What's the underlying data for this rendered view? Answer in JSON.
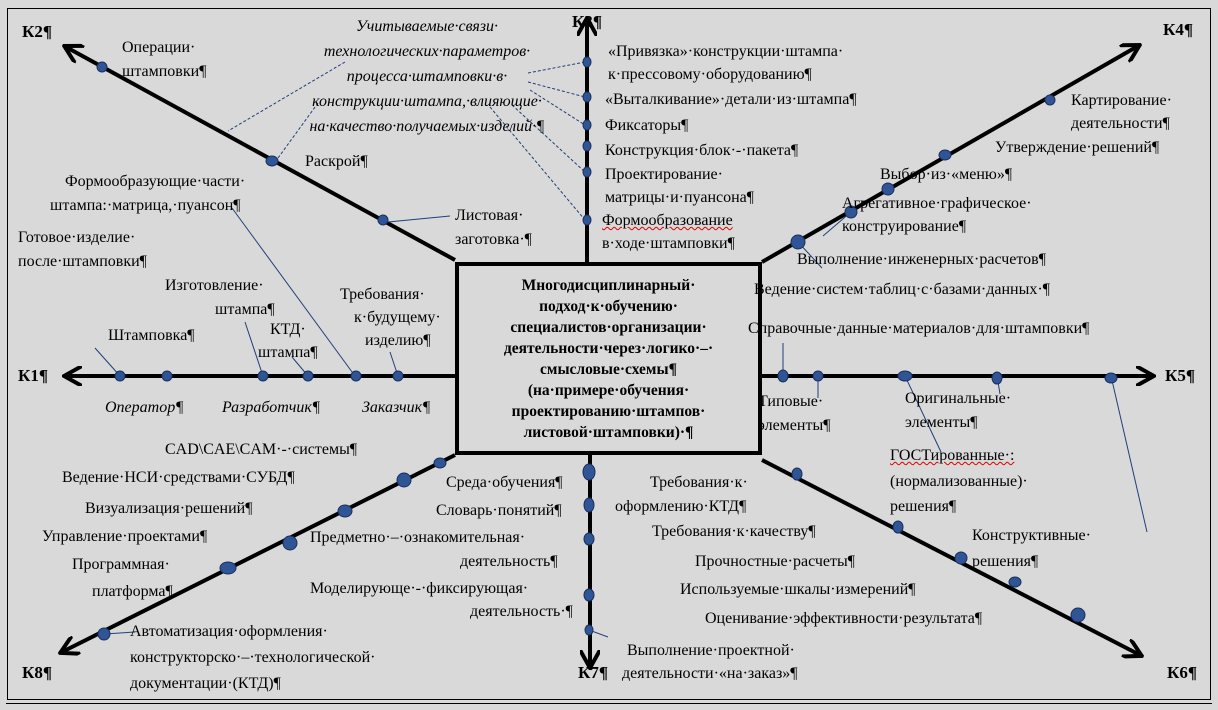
{
  "axes": {
    "k1": "К1¶",
    "k2": "К2¶",
    "k3": "К3¶",
    "k4": "К4¶",
    "k5": "К5¶",
    "k6": "К6¶",
    "k7": "К7¶",
    "k8": "К8¶"
  },
  "center": [
    "Многодисциплинарный·",
    "подход·к·обучению·",
    "специалистов·организации·",
    "деятельности·через·логико·–·",
    "смысловые·схемы¶",
    "(на·примере·обучения·",
    "проектированию·штампов·",
    "листовой·штамповки)·¶"
  ],
  "note": [
    "Учитываемые·связи·",
    "технологических·параметров·",
    "процесса·штамповки·в·",
    "конструкции·штампа,·влияющие·",
    "на·качество·получаемых·изделий·¶"
  ],
  "k1": {
    "top": [
      "Готовое·изделие·",
      "после·штамповки¶",
      "Изготовление·",
      "штампа¶",
      "КТД·",
      "штампа¶",
      "Требования·",
      "к·будущему·",
      "изделию¶",
      "Штамповка¶"
    ],
    "bottom": [
      "Оператор¶",
      "Разработчик¶",
      "Заказчик¶"
    ]
  },
  "k2": [
    "Операции·",
    "штамповки¶",
    "Раскрой¶",
    "Формообразующие·части·",
    "штампа:·матрица,·пуансон¶",
    "Листовая·",
    "заготовка·¶"
  ],
  "k3": [
    "«Привязка»·конструкции·штампа·",
    "к·прессовому·оборудованию¶",
    "«Выталкивание»·детали·из·штампа¶",
    "Фиксаторы¶",
    "Конструкция·блок·-·пакета¶",
    "Проектирование·",
    "матрицы·и·пуансона¶",
    "Формообразование",
    "в·ходе·штамповки¶"
  ],
  "k4": [
    "Картирование·",
    "деятельности¶",
    "Утверждение·решений¶",
    "Выбор·из·«меню»¶",
    "Агрегативное·графическое·",
    "конструирование¶",
    "Выполнение·инженерных·расчетов¶",
    "Ведение·систем·таблиц·с·базами·данных·¶"
  ],
  "k5": [
    "Справочные·данные·материалов·для·штамповки¶",
    "Типовые·",
    "элементы¶",
    "Оригинальные·",
    "элементы¶",
    "ГОСТированные·:",
    "(нормализованные)·",
    "решения¶",
    "Конструктивные·",
    "решения¶"
  ],
  "k6": [
    "Требования·к·",
    "оформлению·КТД¶",
    "Требования·к·качеству¶",
    "Прочностные·расчеты¶",
    "Используемые·шкалы·измерений¶",
    "Оценивание·эффективности·результата¶",
    "Выполнение·проектной·",
    "деятельности·«на·заказ»¶"
  ],
  "k7": [
    "Среда·обучения¶",
    "Словарь·понятий¶",
    "Предметно·–·ознакомительная·",
    "деятельность¶",
    "Моделирующе·-·фиксирующая·",
    "деятельность·¶"
  ],
  "k8": [
    "CAD\\CAE\\CAM·-·системы¶",
    "Ведение·НСИ·средствами·СУБД¶",
    "Визуализация·решений¶",
    "Управление·проектами¶",
    "Программная·",
    "платформа¶",
    "Автоматизация·оформления·",
    "конструкторско·–·технологической·",
    "документации·(КТД)¶"
  ],
  "colors": {
    "background": "#d9d9d9",
    "node": "#2f5597",
    "connector": "#1f3f7a"
  }
}
